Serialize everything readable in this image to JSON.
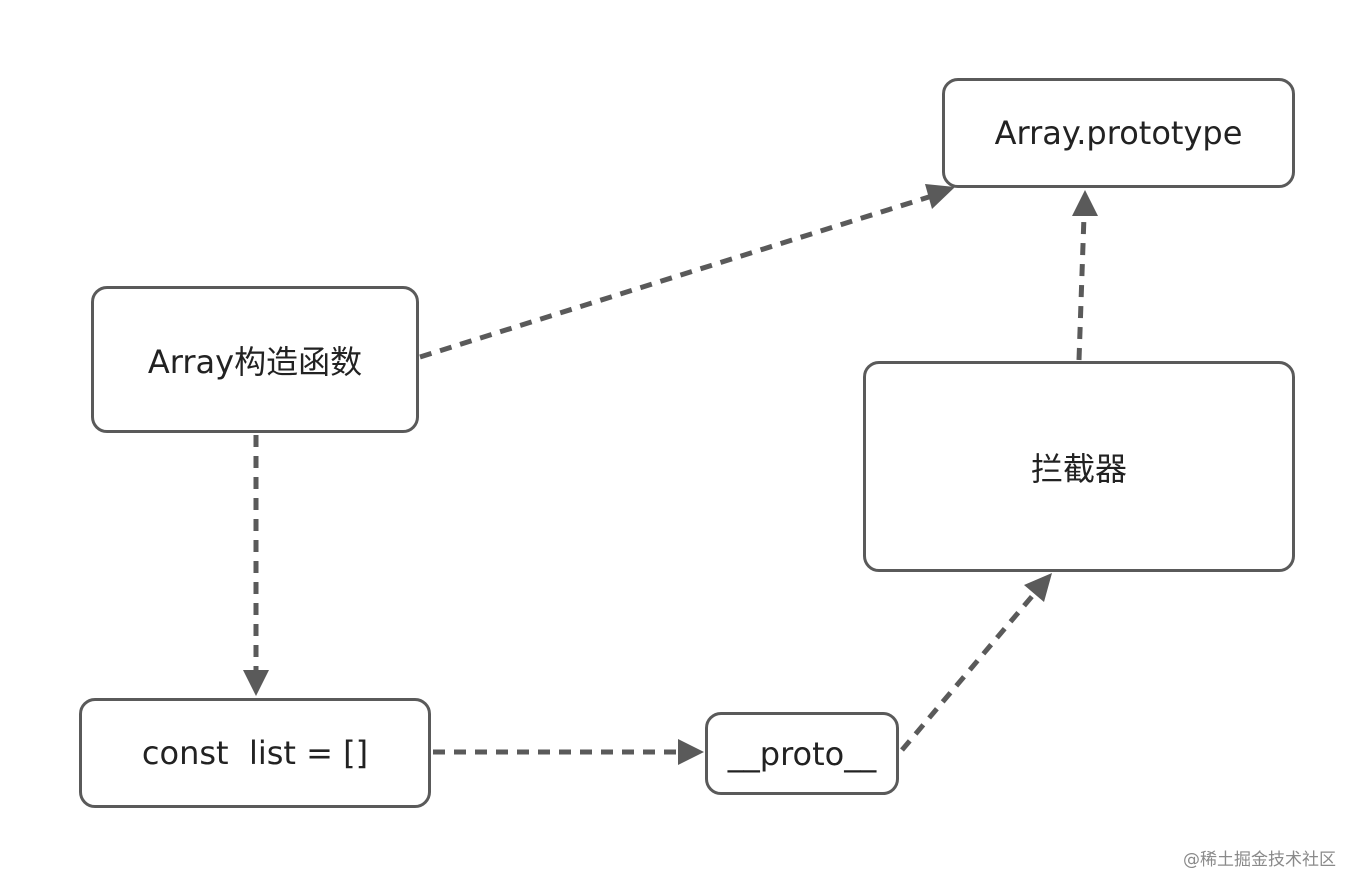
{
  "nodes": {
    "array_prototype": "Array.prototype",
    "array_constructor": "Array构造函数",
    "interceptor": "拦截器",
    "list_declaration": "const  list = []",
    "proto": "__proto__"
  },
  "edges": [
    {
      "from": "array_constructor",
      "to": "array_prototype",
      "style": "dashed"
    },
    {
      "from": "array_constructor",
      "to": "list_declaration",
      "style": "dashed"
    },
    {
      "from": "list_declaration",
      "to": "proto",
      "style": "dashed"
    },
    {
      "from": "proto",
      "to": "interceptor",
      "style": "dashed"
    },
    {
      "from": "interceptor",
      "to": "array_prototype",
      "style": "dashed"
    }
  ],
  "watermark": "@稀土掘金技术社区",
  "colors": {
    "stroke": "#5a5a5a",
    "text": "#222222"
  }
}
